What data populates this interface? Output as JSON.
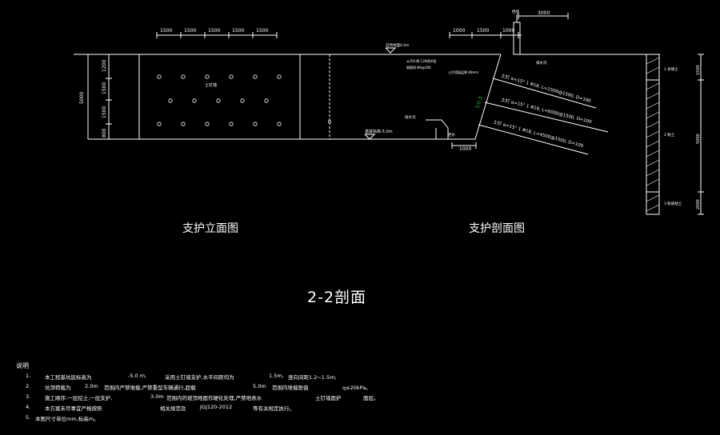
{
  "titles": {
    "elevation": "支护立面图",
    "section": "支护剖面图",
    "main": "2-2剖面"
  },
  "elevation_dims": {
    "top": [
      "1500",
      "1500",
      "1500",
      "1500",
      "1500"
    ],
    "left_total": "5000",
    "left_parts": [
      "1200",
      "1500",
      "1500",
      "800"
    ],
    "wall_label": "土钉墙"
  },
  "section_dims": {
    "top": [
      "1000",
      "1500",
      "1000",
      "3000"
    ],
    "ground_level": "自然地面0.0m",
    "pit_bottom": "基底标高-5.0m",
    "bottom_width": "1000",
    "slope_ratio": "1:0.3",
    "drain_label": "排水沟",
    "sump_label": "泄水",
    "parapet": "挡墙",
    "drain_ditch": "排水沟",
    "top_note_1": "≥250 厚  C20喷护面",
    "top_note_2": "钢筋网 Φ6@200",
    "top_note_3": "土钉墙面层厚 80mm",
    "nails": [
      "土钉  α=15°  1 Φ18,  L=1500@1500,  D=100",
      "土钉  α=15°  1 Φ18,  L=6000@1500,  D=100",
      "土钉  α=15°  1 Φ18,  L=4500@1500,  D=100"
    ],
    "soil_layers": [
      "1 杂填土",
      "2 粉土",
      "3 粉质粘土"
    ],
    "right_dims": [
      "1500",
      "5000",
      "2000"
    ]
  },
  "notes": {
    "heading": "说明",
    "items": [
      {
        "num": "1.",
        "parts": [
          "本工程基坑底标高为",
          "-5.0  m,",
          "采用土钉墙支护,水平间距均为",
          "1.5m,",
          "竖向间距1.2~1.5m;"
        ]
      },
      {
        "num": "2.",
        "parts": [
          "坑顶荷载为",
          "2.0m",
          "范围内严禁堆载,严禁重型车辆通行,超载",
          "5.0m",
          "范围内堆载限值",
          "q≤20kPa。"
        ]
      },
      {
        "num": "3.",
        "parts": [
          "施工顺序:一层挖土,一层支护,",
          "3.0m",
          "范围内的坡顶地面作硬化处理,严禁地表水",
          "土钉墙面护",
          "面层。"
        ]
      },
      {
        "num": "4.",
        "parts": [
          "本方案未尽事宜严格按照",
          "相关规范及",
          "JGJ120-2012",
          "等有关规定执行。"
        ]
      },
      {
        "num": "5.",
        "parts": [
          "本图尺寸单位mm,标高m。"
        ]
      }
    ]
  }
}
